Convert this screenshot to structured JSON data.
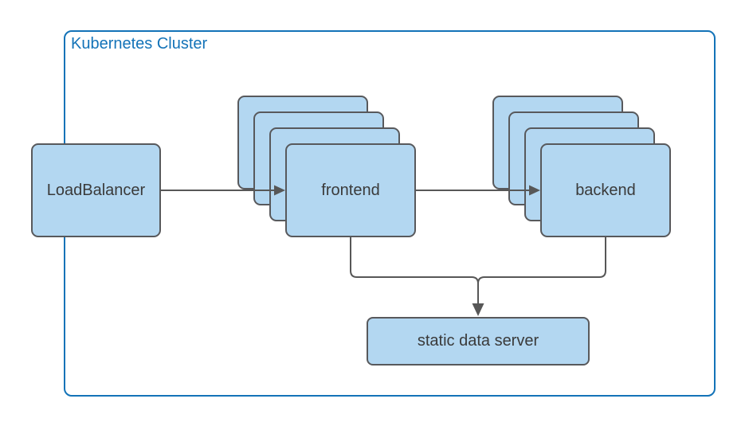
{
  "cluster": {
    "label": "Kubernetes Cluster"
  },
  "nodes": {
    "loadbalancer": {
      "label": "LoadBalancer"
    },
    "frontend": {
      "label": "frontend",
      "replicas": 4
    },
    "backend": {
      "label": "backend",
      "replicas": 4
    },
    "static_server": {
      "label": "static data server"
    }
  },
  "edges": [
    {
      "from": "loadbalancer",
      "to": "frontend",
      "arrow": true
    },
    {
      "from": "frontend",
      "to": "backend",
      "arrow": true
    },
    {
      "from": "frontend",
      "to": "static_server",
      "arrow": true
    },
    {
      "from": "backend",
      "to": "static_server",
      "arrow": true
    }
  ],
  "colors": {
    "cluster_border": "#1373B8",
    "cluster_label": "#1373B8",
    "node_fill": "#B3D7F1",
    "node_border": "#58595C",
    "edge": "#575757",
    "node_text": "#3A3A3A",
    "background": "#FFFFFF"
  }
}
